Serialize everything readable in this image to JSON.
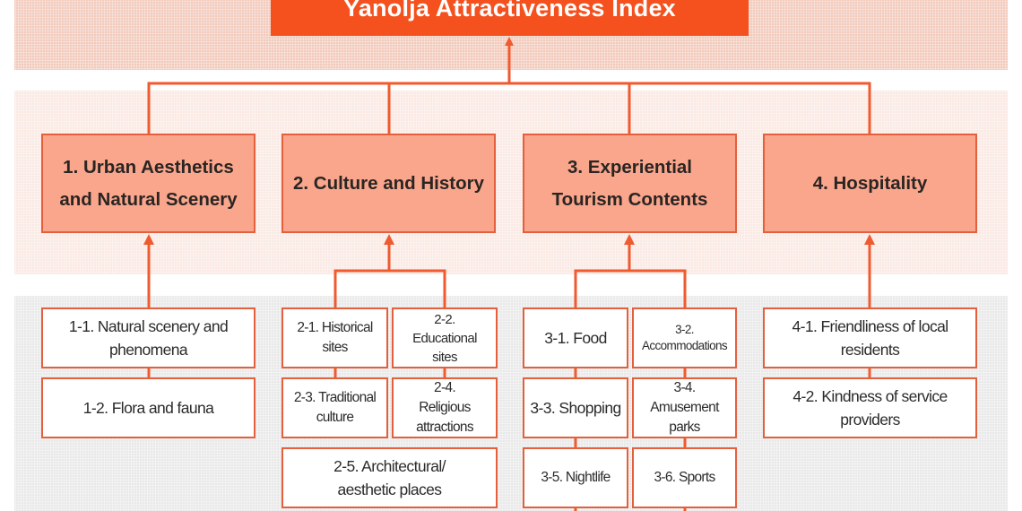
{
  "title": "Yanolja Attractiveness Index",
  "colors": {
    "title_fill": "#f4511e",
    "category_fill": "#f9a68c",
    "border": "#e4603d",
    "connector": "#ef5a2e",
    "band_top": "#f2cbbd",
    "band_mid": "#fbe9e3",
    "band_bottom": "#e9e9e9"
  },
  "categories": [
    {
      "label": "1. Urban Aesthetics and Natural Scenery",
      "subcategories": [
        {
          "label": "1-1. Natural scenery and phenomena"
        },
        {
          "label": "1-2. Flora and fauna"
        }
      ]
    },
    {
      "label": "2. Culture and History",
      "subcategories": [
        {
          "label": "2-1. Historical sites"
        },
        {
          "label": "2-2. Educational sites"
        },
        {
          "label": "2-3. Traditional culture"
        },
        {
          "label": "2-4. Religious attractions"
        },
        {
          "label": "2-5. Architectural/ aesthetic places"
        }
      ]
    },
    {
      "label": "3. Experiential Tourism Contents",
      "subcategories": [
        {
          "label": "3-1. Food"
        },
        {
          "label": "3-2. Accommodations"
        },
        {
          "label": "3-3. Shopping"
        },
        {
          "label": "3-4. Amusement parks"
        },
        {
          "label": "3-5. Nightlife"
        },
        {
          "label": "3-6. Sports"
        }
      ]
    },
    {
      "label": "4. Hospitality",
      "subcategories": [
        {
          "label": "4-1. Friendliness of local residents"
        },
        {
          "label": "4-2. Kindness of service providers"
        }
      ]
    }
  ]
}
